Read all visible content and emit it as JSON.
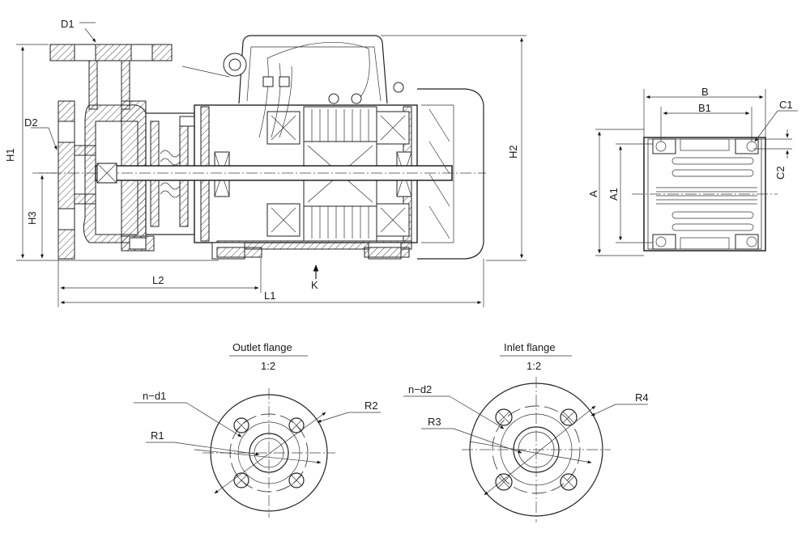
{
  "labels": {
    "D1": "D1",
    "D2": "D2",
    "H1": "H1",
    "H2": "H2",
    "H3": "H3",
    "L1": "L1",
    "L2": "L2",
    "K": "K",
    "A": "A",
    "A1": "A1",
    "B": "B",
    "B1": "B1",
    "C1": "C1",
    "C2": "C2",
    "R1": "R1",
    "R2": "R2",
    "R3": "R3",
    "R4": "R4",
    "nd1": "n−d1",
    "nd2": "n−d2"
  },
  "outlet": {
    "title": "Outlet flange",
    "scale": "1:2"
  },
  "inlet": {
    "title": "Inlet flange",
    "scale": "1:2"
  }
}
